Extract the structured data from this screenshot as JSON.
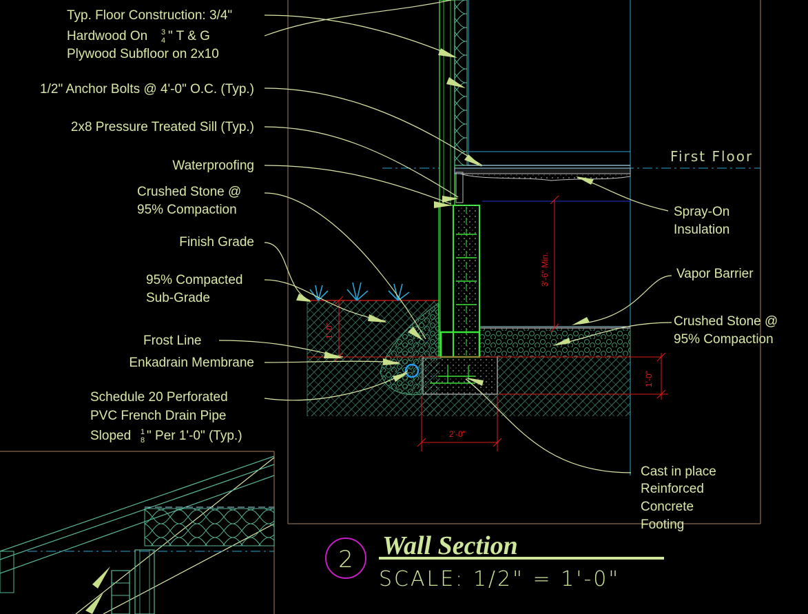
{
  "labels": {
    "typ_floor_l1": "Typ. Floor Construction: 3/4\"",
    "typ_floor_l2a": "Hardwood On ",
    "typ_floor_l2_num": "3",
    "typ_floor_l2_den": "4",
    "typ_floor_l2b": "\" T & G",
    "typ_floor_l3": "Plywood Subfloor on 2x10",
    "anchor_bolts": "1/2\" Anchor Bolts @ 4'-0\" O.C. (Typ.)",
    "sill": "2x8 Pressure Treated Sill (Typ.)",
    "waterproofing": "Waterproofing",
    "crushed_stone_left_l1": "Crushed Stone @",
    "crushed_stone_left_l2": "95% Compaction",
    "finish_grade": "Finish Grade",
    "subgrade_l1": "95% Compacted",
    "subgrade_l2": "Sub-Grade",
    "frost_line": "Frost Line",
    "enkadrain": "Enkadrain Membrane",
    "pipe_l1": "Schedule 20 Perforated",
    "pipe_l2": "PVC French Drain Pipe",
    "pipe_l3a": "Sloped ",
    "pipe_l3_num": "1",
    "pipe_l3_den": "8",
    "pipe_l3b": "\" Per 1'-0\" (Typ.)",
    "spray_on_l1": "Spray-On",
    "spray_on_l2": "Insulation",
    "vapor_barrier": "Vapor Barrier",
    "crushed_stone_right_l1": "Crushed Stone @",
    "crushed_stone_right_l2": "95% Compaction",
    "footing_l1": "Cast in place",
    "footing_l2": "Reinforced",
    "footing_l3": "Concrete",
    "footing_l4": "Footing",
    "first_floor": "First Floor"
  },
  "dimensions": {
    "height_min": "3'-6\" Min.",
    "footing_width": "2'-0\"",
    "footing_depth": "1'-0\"",
    "frost_depth": "1'-0\""
  },
  "title_block": {
    "number": "2",
    "title": "Wall Section",
    "scale": "SCALE: 1/2\" = 1'-0\""
  },
  "colors": {
    "background": "#000000",
    "label_text": "#d9e8a6",
    "dimension": "#e01a1a",
    "wall_green": "#39e639",
    "frame": "#8a6a52",
    "floor_line": "#2aa6d6",
    "title_circle": "#c21ec2"
  }
}
